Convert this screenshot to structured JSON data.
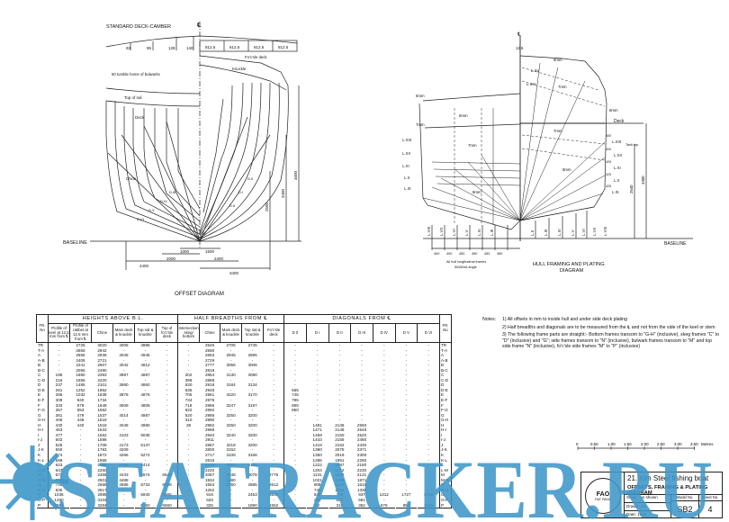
{
  "offset_diagram": {
    "title": "OFFSET DIAGRAM",
    "camber_title": "STANDARD DECK-CAMBER",
    "centerline_symbol": "℄",
    "camber_values": [
      "93",
      "95",
      "128",
      "140"
    ],
    "camber_spacings": [
      "812.5",
      "812.5",
      "812.5",
      "812.5"
    ],
    "labels": {
      "tumble_home": "50 tumble home of bulwarks",
      "top_of_rail": "Top of rail",
      "deck": "Deck",
      "forecastle_deck": "Fo'c'sle deck",
      "knuckle": "Knuckle",
      "baseline": "BASELINE",
      "chine": "Chine"
    },
    "vertical_dims": [
      "2500",
      "3400",
      "4600"
    ],
    "bottom_dims": [
      "2400",
      "2000",
      "1000",
      "1500",
      "2400",
      "3400"
    ],
    "diagonals": [
      "D.0",
      "D.I",
      "D.II",
      "D.III",
      "D.IV",
      "D.V",
      "D.VI"
    ]
  },
  "framing_diagram": {
    "title_line1": "HULL FRAMING AND PLATING",
    "title_line2": "DIAGRAM",
    "centerline_symbol": "℄",
    "top_dim": "12.5",
    "deck_label": "Deck",
    "tank_top": "Tank top",
    "baseline": "BASELINE",
    "vertical_dims": [
      "2640",
      "4300"
    ],
    "plate_thickness": [
      "6mm",
      "6mm",
      "7mm",
      "7mm",
      "8mm",
      "6mm",
      "7mm",
      "8mm",
      "7mm",
      "6mm"
    ],
    "longitudinals_left": [
      "L.XIII",
      "L.XII",
      "L.XI",
      "L.X",
      "L.IX",
      "L.VIII",
      "L.VII",
      "L.VI",
      "L.V",
      "L.IV",
      "L.III"
    ],
    "longitudinals_right": [
      "L.XV",
      "L.XIV",
      "L.XIII",
      "L.XII",
      "L.XI",
      "L.X",
      "L.IX",
      "L.II",
      "L.III",
      "L.IV",
      "L.V",
      "L.VI",
      "L.VII",
      "L.VIII"
    ],
    "right_spacings": [
      "400",
      "400",
      "425",
      "425",
      "425"
    ],
    "bottom_spacings": [
      "400",
      "400",
      "450",
      "450",
      "450",
      "450"
    ],
    "frame_note_line1": "All hull longitudinal frames",
    "frame_note_line2": "50x50x6 angle"
  },
  "offset_table": {
    "group_headers": {
      "fr": "FR. No",
      "heights": "HEIGHTS ABOVE B.L.",
      "half_breadths": "HALF BREADTHS FROM ℄",
      "diagonals": "DIAGONALS FROM ℄"
    },
    "columns": [
      "Profile of keel at 12.5 mm from ℄",
      "Profile of rabbet at 12.5 mm from ℄",
      "Chine",
      "Main deck & knuckle",
      "Top rail & knuckle",
      "Top of fo'c'sle deck",
      "Intersection skeg/ bottom",
      "Chine",
      "Main deck & knuckle",
      "Top rail & knuckle",
      "Fo'c'sle deck",
      "D 0",
      "D I",
      "D II",
      "D III",
      "D IV",
      "D V",
      "D VI"
    ],
    "rows": [
      [
        "TR",
        "-",
        "2725",
        "3020",
        "4005",
        "4985",
        "-",
        "-",
        "2545",
        "2705",
        "2745",
        "-",
        "-",
        "-",
        "-",
        "-",
        "-",
        "-",
        "-"
      ],
      [
        "T-A",
        "-",
        "2665",
        "2942",
        "-",
        "-",
        "-",
        "-",
        "2590",
        "-",
        "-",
        "-",
        "-",
        "-",
        "-",
        "-",
        "-",
        "-",
        "-"
      ],
      [
        "A",
        "-",
        "2556",
        "2936",
        "4045",
        "4945",
        "-",
        "-",
        "2663",
        "2945",
        "2895",
        "-",
        "-",
        "-",
        "-",
        "-",
        "-",
        "-",
        "-"
      ],
      [
        "A-B",
        "-",
        "2406",
        "2721",
        "-",
        "-",
        "-",
        "-",
        "2729",
        "-",
        "-",
        "-",
        "-",
        "-",
        "-",
        "-",
        "-",
        "-",
        "-"
      ],
      [
        "B",
        "-",
        "2241",
        "2607",
        "4042",
        "4912",
        "-",
        "-",
        "2777",
        "3056",
        "3006",
        "-",
        "-",
        "-",
        "-",
        "-",
        "-",
        "-",
        "-"
      ],
      [
        "B-C",
        "-",
        "2055",
        "2490",
        "-",
        "-",
        "-",
        "-",
        "2818",
        "-",
        "-",
        "-",
        "-",
        "-",
        "-",
        "-",
        "-",
        "-",
        "-"
      ],
      [
        "C",
        "195",
        "1880",
        "2393",
        "3987",
        "4887",
        "-",
        "202",
        "2854",
        "3130",
        "3080",
        "-",
        "-",
        "-",
        "-",
        "-",
        "-",
        "-",
        "-"
      ],
      [
        "C-D",
        "216",
        "1656",
        "2220",
        "-",
        "-",
        "-",
        "398",
        "2888",
        "-",
        "-",
        "-",
        "-",
        "-",
        "-",
        "-",
        "-",
        "-",
        "-"
      ],
      [
        "D",
        "237",
        "1485",
        "2101",
        "3980",
        "4860",
        "-",
        "530",
        "2918",
        "3184",
        "3134",
        "-",
        "-",
        "-",
        "-",
        "-",
        "-",
        "-",
        "-"
      ],
      [
        "D-E",
        "261",
        "1252",
        "1962",
        "-",
        "-",
        "-",
        "635",
        "2945",
        "-",
        "-",
        "-",
        "665",
        "-",
        "-",
        "-",
        "-",
        "-",
        "-"
      ],
      [
        "E",
        "286",
        "1032",
        "1838",
        "3976",
        "4876",
        "-",
        "705",
        "2961",
        "3220",
        "3170",
        "-",
        "745",
        "-",
        "-",
        "-",
        "-",
        "-",
        "-"
      ],
      [
        "E-F",
        "309",
        "840",
        "1734",
        "-",
        "-",
        "-",
        "734",
        "2976",
        "-",
        "-",
        "-",
        "795",
        "-",
        "-",
        "-",
        "-",
        "-",
        "-"
      ],
      [
        "F",
        "333",
        "678",
        "1648",
        "3509",
        "4809",
        "-",
        "718",
        "2986",
        "3247",
        "3197",
        "-",
        "855",
        "-",
        "-",
        "-",
        "-",
        "-",
        "-"
      ],
      [
        "F-G",
        "357",
        "553",
        "1582",
        "-",
        "-",
        "-",
        "622",
        "2992",
        "-",
        "-",
        "-",
        "850",
        "-",
        "-",
        "-",
        "-",
        "-",
        "-"
      ],
      [
        "G",
        "381",
        "479",
        "1537",
        "4014",
        "4987",
        "-",
        "520",
        "2986",
        "3250",
        "3200",
        "-",
        "-",
        "-",
        "-",
        "-",
        "-",
        "-",
        "-"
      ],
      [
        "G-H",
        "406",
        "446",
        "1518",
        "-",
        "-",
        "-",
        "310",
        "2990",
        "-",
        "-",
        "-",
        "-",
        "-",
        "-",
        "-",
        "-",
        "-",
        "-"
      ],
      [
        "H",
        "430",
        "440",
        "1518",
        "4048",
        "4980",
        "-",
        "38",
        "2982",
        "3250",
        "3200",
        "-",
        "-",
        "1481",
        "2136",
        "2560",
        "-",
        "-",
        "-"
      ],
      [
        "H-I",
        "453",
        "-",
        "1533",
        "-",
        "-",
        "-",
        "-",
        "2968",
        "-",
        "-",
        "-",
        "-",
        "1471",
        "2148",
        "2548",
        "-",
        "-",
        "-"
      ],
      [
        "I",
        "477",
        "-",
        "1552",
        "4103",
        "5035",
        "-",
        "-",
        "2940",
        "3240",
        "3200",
        "-",
        "-",
        "1459",
        "2150",
        "2520",
        "-",
        "-",
        "-"
      ],
      [
        "I-J",
        "502",
        "-",
        "1598",
        "-",
        "-",
        "-",
        "-",
        "2911",
        "-",
        "-",
        "-",
        "-",
        "1443",
        "2155",
        "2480",
        "-",
        "-",
        "-"
      ],
      [
        "J",
        "526",
        "-",
        "1708",
        "4173",
        "5137",
        "-",
        "-",
        "2867",
        "3218",
        "3200",
        "-",
        "-",
        "1418",
        "2152",
        "2430",
        "-",
        "-",
        "-"
      ],
      [
        "J-K",
        "550",
        "-",
        "1783",
        "4209",
        "-",
        "-",
        "-",
        "2800",
        "3152",
        "-",
        "-",
        "-",
        "1390",
        "2075",
        "2371",
        "-",
        "-",
        "-"
      ],
      [
        "K",
        "574",
        "-",
        "1872",
        "4266",
        "5272",
        "-",
        "-",
        "2717",
        "3108",
        "3168",
        "-",
        "-",
        "1350",
        "2019",
        "2300",
        "-",
        "-",
        "-"
      ],
      [
        "K-L",
        "599",
        "-",
        "1958",
        "-",
        "-",
        "-",
        "-",
        "2615",
        "-",
        "-",
        "-",
        "-",
        "1285",
        "1951",
        "2260",
        "-",
        "-",
        "-"
      ],
      [
        "L",
        "623",
        "-",
        "2096",
        "4336",
        "5414",
        "-",
        "-",
        "2475",
        "3097",
        "3155",
        "-",
        "-",
        "1222",
        "1887",
        "2180",
        "-",
        "-",
        "-"
      ],
      [
        "L-M",
        "647",
        "-",
        "2250",
        "-",
        "-",
        "-",
        "-",
        "2220",
        "-",
        "-",
        "-",
        "-",
        "1204",
        "1752",
        "2230",
        "-",
        "-",
        "-"
      ],
      [
        "M",
        "671",
        "-",
        "2358",
        "4433",
        "5574",
        "6540",
        "-",
        "2087",
        "2848",
        "3078",
        "2775",
        "-",
        "1131",
        "1632",
        "2131",
        "-",
        "-",
        "-"
      ],
      [
        "M-N",
        "695",
        "-",
        "2501",
        "4488",
        "-",
        "-",
        "-",
        "1934",
        "2680",
        "-",
        "-",
        "-",
        "1021",
        "1469",
        "1871",
        "-",
        "-",
        "-"
      ],
      [
        "N",
        "746",
        "-",
        "2656",
        "4596",
        "5733",
        "6698",
        "-",
        "1553",
        "2450",
        "2885",
        "2612",
        "-",
        "908",
        "1276",
        "1618",
        "-",
        "-",
        "-"
      ],
      [
        "N-O",
        "830",
        "-",
        "2817",
        "-",
        "-",
        "-",
        "-",
        "1252",
        "-",
        "-",
        "-",
        "-",
        "745",
        "1053",
        "1336",
        "-",
        "-",
        "-"
      ],
      [
        "O",
        "1036",
        "-",
        "2985",
        "-",
        "5940",
        "6885",
        "-",
        "916",
        "-",
        "2453",
        "2250",
        "-",
        "535",
        "780",
        "937",
        "1312",
        "1727",
        "2152"
      ],
      [
        "O-P",
        "1290",
        "-",
        "3104",
        "-",
        "-",
        "-",
        "-",
        "626",
        "-",
        "-",
        "-",
        "-",
        "293",
        "507",
        "681",
        "-",
        "-",
        "-"
      ],
      [
        "P",
        "1597",
        "-",
        "3284",
        "-",
        "6150",
        "6560",
        "-",
        "325",
        "-",
        "1890",
        "1552",
        "-",
        "52",
        "310",
        "352",
        "676",
        "857",
        "1425"
      ]
    ]
  },
  "notes": {
    "label": "Notes:",
    "items": [
      "1) All offsets in mm to inside hull and under side deck plating",
      "2) Half breadths and diagonals are to be measured from the ℄ and not from the side of the keel or stem",
      "3) The following frame parts are straight:- Bottom frames transom to \"G-H\" (inclusive), skeg frames \"C\" to \"D\" (inclusive) and \"G\"; side frames transom to \"N\" (inclusive), bulwark frames transom to \"M\" and top side frame \"N\" (inclusive), fo'c'sle side frames \"M\" to \"P\" (inclusive)"
    ]
  },
  "scale_bar": {
    "ticks": [
      "0",
      "0.50",
      "1.00",
      "1.50",
      "2.00",
      "2.50",
      "3.00",
      "3.50"
    ],
    "unit": "Metres"
  },
  "title_block": {
    "logo_text": "FAO",
    "logo_motto": "FIAT PANIS",
    "boat": "21.00m  Steel fishing boat",
    "subtitle": "OFFSETS, FRAMING & PLATING DIAGRAM",
    "scale": "Scale : as shown",
    "drawn": "Drawn:  GS",
    "date": "Date:  1983",
    "model_no_label": "Model No.",
    "sheet_no_label": "Sheet No.",
    "model_no": "SB2",
    "sheet_no": "4"
  },
  "watermark": {
    "text": "SEATRACKER.RU",
    "color": "#3f97c9"
  }
}
